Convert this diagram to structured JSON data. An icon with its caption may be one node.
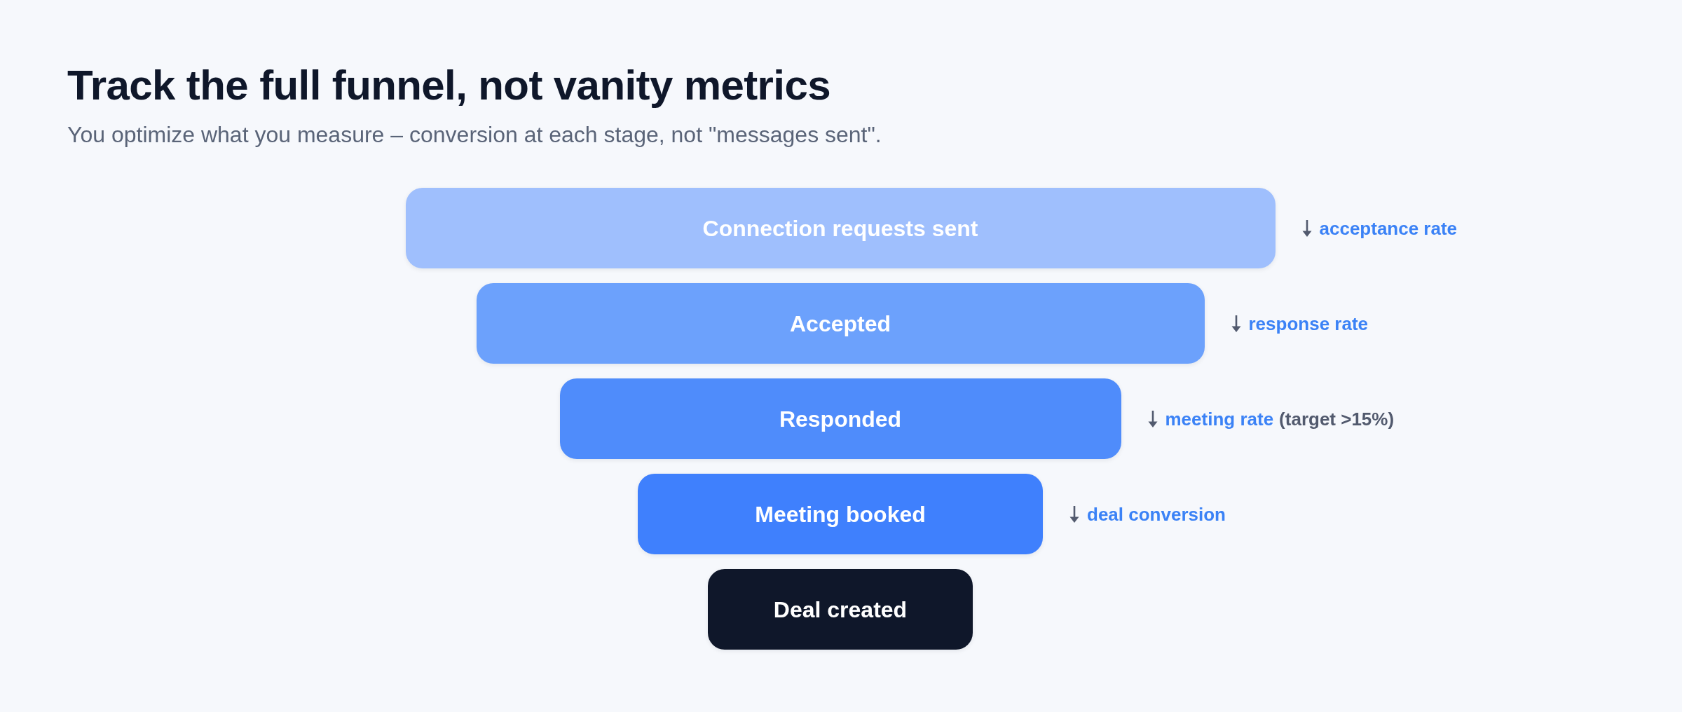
{
  "diagram": {
    "title": "Track the full funnel, not vanity metrics",
    "nodes": [
      {
        "text": [
          "Connection requests sent"
        ],
        "beside": [
          "acceptance rate"
        ]
      },
      {
        "text": [
          "Accepted"
        ],
        "beside": [
          "response rate"
        ]
      },
      {
        "text": [
          "Responded"
        ],
        "beside": [
          "meeting rate",
          "(target >15%)"
        ]
      },
      {
        "text": [
          "Meeting booked"
        ],
        "beside": [
          "deal conversion"
        ]
      },
      {
        "text": [
          "Deal created"
        ]
      }
    ],
    "labels": [
      "You optimize what you measure – conversion at each stage, not \"messages sent\"."
    ]
  }
}
